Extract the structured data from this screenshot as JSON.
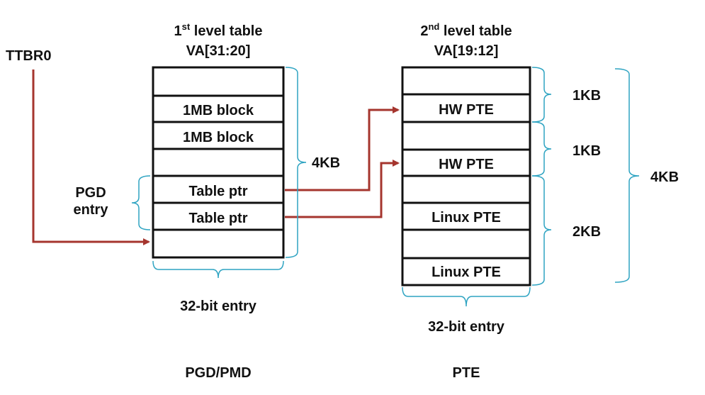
{
  "colors": {
    "cell_border": "#111111",
    "arrow": "#a5352e",
    "brace": "#2fa4c2",
    "text": "#111111"
  },
  "ttbr_label": "TTBR0",
  "level1": {
    "title_prefix": "1",
    "title_sup": "st",
    "title_suffix": " level table",
    "range": "VA[31:20]",
    "cells": [
      "",
      "1MB block",
      "1MB block",
      "",
      "Table ptr",
      "Table ptr",
      ""
    ],
    "size_label": "4KB",
    "width_label": "32-bit entry",
    "caption": "PGD/PMD",
    "group_label_line1": "PGD",
    "group_label_line2": "entry"
  },
  "level2": {
    "title_prefix": "2",
    "title_sup": "nd",
    "title_suffix": " level table",
    "range": "VA[19:12]",
    "cells": [
      "",
      "HW PTE",
      "",
      "HW PTE",
      "",
      "Linux PTE",
      "",
      "Linux PTE"
    ],
    "size_labels": [
      "1KB",
      "1KB",
      "2KB"
    ],
    "total_label": "4KB",
    "width_label": "32-bit entry",
    "caption": "PTE"
  }
}
